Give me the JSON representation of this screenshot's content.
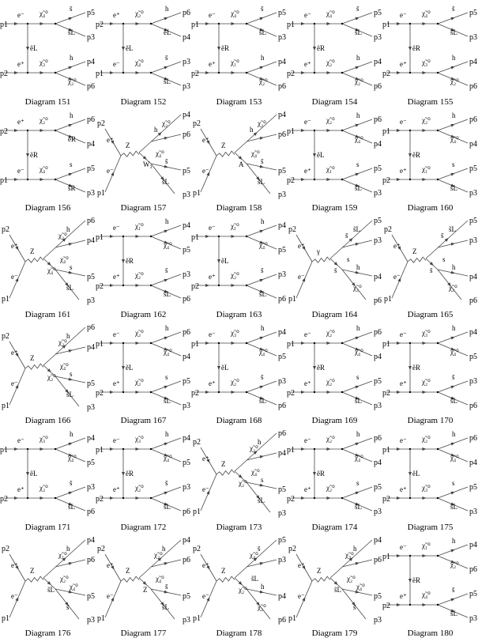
{
  "diagrams": [
    {
      "caption": "Diagram 151",
      "type": "t",
      "in": [
        "p1",
        "p2"
      ],
      "out": [
        "p5",
        "p3",
        "p4",
        "p6"
      ],
      "labels": [
        "e⁻",
        "e⁺",
        "ẽL",
        "χ̃₄⁰",
        "χ̃₃⁰",
        "s̄",
        "s̃L",
        "h",
        "χ̃₂⁰"
      ]
    },
    {
      "caption": "Diagram 152",
      "type": "t",
      "in": [
        "p2",
        "p1"
      ],
      "out": [
        "p6",
        "p4",
        "p3",
        "p3"
      ],
      "labels": [
        "e⁺",
        "e⁻",
        "ẽL",
        "χ̃₂⁰",
        "χ̃₄⁰",
        "h",
        "ẽL",
        "s̄",
        "s̃L"
      ]
    },
    {
      "caption": "Diagram 153",
      "type": "t",
      "in": [
        "p1",
        "p2"
      ],
      "out": [
        "p5",
        "p3",
        "p4",
        "p6"
      ],
      "labels": [
        "e⁻",
        "e⁺",
        "ẽR",
        "χ̃₄⁰",
        "χ̃₁⁰",
        "s̄",
        "s̃L",
        "h",
        "χ̃₂⁰"
      ]
    },
    {
      "caption": "Diagram 154",
      "type": "t",
      "in": [
        "p1",
        "p2"
      ],
      "out": [
        "p5",
        "p3",
        "p4",
        "p6"
      ],
      "labels": [
        "e⁻",
        "e⁺",
        "ẽR",
        "χ̃₄⁰",
        "χ̃₂⁰",
        "s̄",
        "s̃L",
        "h",
        "χ̃₂⁰"
      ]
    },
    {
      "caption": "Diagram 155",
      "type": "t",
      "in": [
        "p1",
        "p2"
      ],
      "out": [
        "p5",
        "p3",
        "p4",
        "p6"
      ],
      "labels": [
        "e⁻",
        "e⁺",
        "ẽR",
        "χ̃₄⁰",
        "χ̃₃⁰",
        "s̄",
        "s̃L",
        "h",
        "χ̃₂⁰"
      ]
    },
    {
      "caption": "Diagram 156",
      "type": "t",
      "in": [
        "p2",
        "p1"
      ],
      "out": [
        "p6",
        "p4",
        "p5",
        "p3"
      ],
      "labels": [
        "e⁺",
        "e⁻",
        "ẽR",
        "χ̃₂⁰",
        "χ̃₄⁰",
        "h",
        "ẽR",
        "s",
        "s̃R"
      ]
    },
    {
      "caption": "Diagram 157",
      "type": "s",
      "in": [
        "p2",
        "p1"
      ],
      "out": [
        "p4",
        "p6",
        "p5",
        "p3"
      ],
      "labels": [
        "e⁺",
        "e⁻",
        "Z",
        "h",
        "χ̃₂⁰",
        "χ̃₄⁰",
        "s̄",
        "s̃L",
        "W₃"
      ]
    },
    {
      "caption": "Diagram 158",
      "type": "s",
      "in": [
        "p2",
        "p1"
      ],
      "out": [
        "p4",
        "p6",
        "p5",
        "p3"
      ],
      "labels": [
        "e⁺",
        "e⁻",
        "Z",
        "h",
        "χ̃₂⁰",
        "χ̃₄⁰",
        "s̄",
        "s̃L",
        "A"
      ]
    },
    {
      "caption": "Diagram 159",
      "type": "t",
      "in": [
        "p1",
        "p2"
      ],
      "out": [
        "p6",
        "p4",
        "p5",
        "p3"
      ],
      "labels": [
        "e⁻",
        "e⁺",
        "ẽL",
        "χ̃₂⁰",
        "χ̃₁⁰",
        "h",
        "χ̃₄⁰",
        "s",
        "s̃L"
      ]
    },
    {
      "caption": "Diagram 160",
      "type": "t",
      "in": [
        "p1",
        "p2"
      ],
      "out": [
        "p6",
        "p4",
        "p5",
        "p3"
      ],
      "labels": [
        "e⁻",
        "e⁺",
        "ẽR",
        "χ̃₂⁰",
        "χ̃₁⁰",
        "h",
        "χ̃₄⁰",
        "s",
        "s̃L"
      ]
    },
    {
      "caption": "Diagram 161",
      "type": "s",
      "in": [
        "p2",
        "p1"
      ],
      "out": [
        "p6",
        "p4",
        "p5",
        "p3"
      ],
      "labels": [
        "e⁺",
        "e⁻",
        "Z",
        "χ̃₂⁰",
        "h",
        "χ̃₄⁰",
        "s",
        "s̃L",
        "χ̃₄⁰"
      ]
    },
    {
      "caption": "Diagram 162",
      "type": "t",
      "in": [
        "p1",
        "p2"
      ],
      "out": [
        "p4",
        "p5",
        "p3",
        "p6"
      ],
      "labels": [
        "e⁻",
        "e⁺",
        "ẽR",
        "χ̃₁⁰",
        "χ̃₂⁰",
        "h",
        "χ̃₄⁰",
        "s̄",
        "s̃L"
      ]
    },
    {
      "caption": "Diagram 163",
      "type": "t",
      "in": [
        "p1",
        "p2"
      ],
      "out": [
        "p4",
        "p5",
        "p3",
        "p6"
      ],
      "labels": [
        "e⁻",
        "e⁺",
        "ẽL",
        "χ̃₁⁰",
        "χ̃₂⁰",
        "h",
        "χ̃₄⁰",
        "s̄",
        "s̃L"
      ]
    },
    {
      "caption": "Diagram 164",
      "type": "s",
      "in": [
        "p2",
        "p1"
      ],
      "out": [
        "p5",
        "p3",
        "p4",
        "p6"
      ],
      "labels": [
        "e⁺",
        "e⁻",
        "γ",
        "s̄",
        "s̃L",
        "s",
        "h",
        "χ̃₂⁰",
        "s̄"
      ]
    },
    {
      "caption": "Diagram 165",
      "type": "s",
      "in": [
        "p2",
        "p1"
      ],
      "out": [
        "p5",
        "p3",
        "p4",
        "p6"
      ],
      "labels": [
        "e⁺",
        "e⁻",
        "Z",
        "s̄",
        "s̃L",
        "s",
        "h",
        "χ̃₂⁰",
        "s̄"
      ]
    },
    {
      "caption": "Diagram 166",
      "type": "s",
      "in": [
        "p2",
        "p1"
      ],
      "out": [
        "p6",
        "p4",
        "p5",
        "p3"
      ],
      "labels": [
        "e⁺",
        "e⁻",
        "Z",
        "χ̃₂⁰",
        "h",
        "χ̃₄⁰",
        "s",
        "s̃L",
        "χ̃₂⁰"
      ]
    },
    {
      "caption": "Diagram 167",
      "type": "t",
      "in": [
        "p1",
        "p2"
      ],
      "out": [
        "p6",
        "p4",
        "p5",
        "p3"
      ],
      "labels": [
        "e⁻",
        "e⁺",
        "ẽL",
        "χ̃₂⁰",
        "χ̃₂⁰",
        "h",
        "χ̃₄⁰",
        "s",
        "s̃L"
      ]
    },
    {
      "caption": "Diagram 168",
      "type": "t",
      "in": [
        "p1",
        "p2"
      ],
      "out": [
        "p4",
        "p5",
        "p3",
        "p6"
      ],
      "labels": [
        "e⁻",
        "e⁺",
        "ẽL",
        "χ̃₃⁰",
        "χ̃₂⁰",
        "h",
        "χ̃₄⁰",
        "s̄",
        "s̃L"
      ]
    },
    {
      "caption": "Diagram 169",
      "type": "t",
      "in": [
        "p1",
        "p2"
      ],
      "out": [
        "p6",
        "p4",
        "p5",
        "p3"
      ],
      "labels": [
        "e⁻",
        "e⁺",
        "ẽR",
        "χ̃₂⁰",
        "χ̃₂⁰",
        "h",
        "χ̃₄⁰",
        "s",
        "s̃L"
      ]
    },
    {
      "caption": "Diagram 170",
      "type": "t",
      "in": [
        "p1",
        "p2"
      ],
      "out": [
        "p4",
        "p5",
        "p3",
        "p6"
      ],
      "labels": [
        "e⁻",
        "e⁺",
        "ẽR",
        "χ̃₃⁰",
        "χ̃₂⁰",
        "h",
        "χ̃₄⁰",
        "s̄",
        "s̃L"
      ]
    },
    {
      "caption": "Diagram 171",
      "type": "t",
      "in": [
        "p1",
        "p2"
      ],
      "out": [
        "p4",
        "p5",
        "p3",
        "p6"
      ],
      "labels": [
        "e⁻",
        "e⁺",
        "ẽL",
        "χ̃₃⁰",
        "χ̃₂⁰",
        "h",
        "χ̃₄⁰",
        "s̄",
        "s̃L"
      ]
    },
    {
      "caption": "Diagram 172",
      "type": "t",
      "in": [
        "p1",
        "p2"
      ],
      "out": [
        "p4",
        "p5",
        "p3",
        "p6"
      ],
      "labels": [
        "e⁻",
        "e⁺",
        "ẽR",
        "χ̃₃⁰",
        "χ̃₂⁰",
        "h",
        "χ̃₄⁰",
        "s̄",
        "s̃L"
      ]
    },
    {
      "caption": "Diagram 173",
      "type": "s",
      "in": [
        "p2",
        "p1"
      ],
      "out": [
        "p6",
        "p4",
        "p5",
        "p3"
      ],
      "labels": [
        "e⁺",
        "e⁻",
        "Z",
        "χ̃₂⁰",
        "h",
        "χ̃₄⁰",
        "s",
        "s̃L",
        "χ̃₂⁰"
      ]
    },
    {
      "caption": "Diagram 174",
      "type": "t",
      "in": [
        "p1",
        "p2"
      ],
      "out": [
        "p6",
        "p4",
        "p5",
        "p3"
      ],
      "labels": [
        "e⁻",
        "e⁺",
        "ẽR",
        "χ̃₂⁰",
        "χ̃₂⁰",
        "h",
        "χ̃₄⁰",
        "s",
        "s̃L"
      ]
    },
    {
      "caption": "Diagram 175",
      "type": "t",
      "in": [
        "p1",
        "p2"
      ],
      "out": [
        "p6",
        "p4",
        "p5",
        "p3"
      ],
      "labels": [
        "e⁻",
        "e⁺",
        "ẽL",
        "χ̃₂⁰",
        "χ̃₃⁰",
        "h",
        "χ̃₄⁰",
        "s",
        "s̃L"
      ]
    },
    {
      "caption": "Diagram 176",
      "type": "s",
      "in": [
        "p2",
        "p1"
      ],
      "out": [
        "p4",
        "p6",
        "p5",
        "p3"
      ],
      "labels": [
        "e⁺",
        "e⁻",
        "Z",
        "χ̃₁⁰",
        "h",
        "χ̃₂⁰",
        "χ̃₄⁰",
        "s̄",
        "s̃L"
      ]
    },
    {
      "caption": "Diagram 177",
      "type": "s",
      "in": [
        "p2",
        "p1"
      ],
      "out": [
        "p4",
        "p6",
        "p5",
        "p3"
      ],
      "labels": [
        "e⁺",
        "e⁻",
        "Z",
        "χ̃₂⁰",
        "h",
        "χ̃₄⁰",
        "s̄",
        "s̃L",
        "Z"
      ]
    },
    {
      "caption": "Diagram 178",
      "type": "s",
      "in": [
        "p2",
        "p1"
      ],
      "out": [
        "p5",
        "p3",
        "p4",
        "p6"
      ],
      "labels": [
        "e⁺",
        "e⁻",
        "Z",
        "χ̃₄⁰",
        "s̄",
        "s̃L",
        "h",
        "χ̃₂⁰",
        "χ̃₂⁰"
      ]
    },
    {
      "caption": "Diagram 179",
      "type": "s",
      "in": [
        "p2",
        "p1"
      ],
      "out": [
        "p4",
        "p6",
        "p5",
        "p3"
      ],
      "labels": [
        "e⁺",
        "e⁻",
        "Z",
        "χ̃₃⁰",
        "h",
        "χ̃₂⁰",
        "χ̃₄⁰",
        "s̄",
        "s̃L"
      ]
    },
    {
      "caption": "Diagram 180",
      "type": "t",
      "in": [
        "p1",
        "p2"
      ],
      "out": [
        "p4",
        "p6",
        "p5",
        "p3"
      ],
      "labels": [
        "e⁻",
        "e⁺",
        "ẽR",
        "χ̃₁⁰",
        "χ̃₄⁰",
        "h",
        "χ̃₂⁰",
        "s̄",
        "s̃L"
      ]
    }
  ]
}
